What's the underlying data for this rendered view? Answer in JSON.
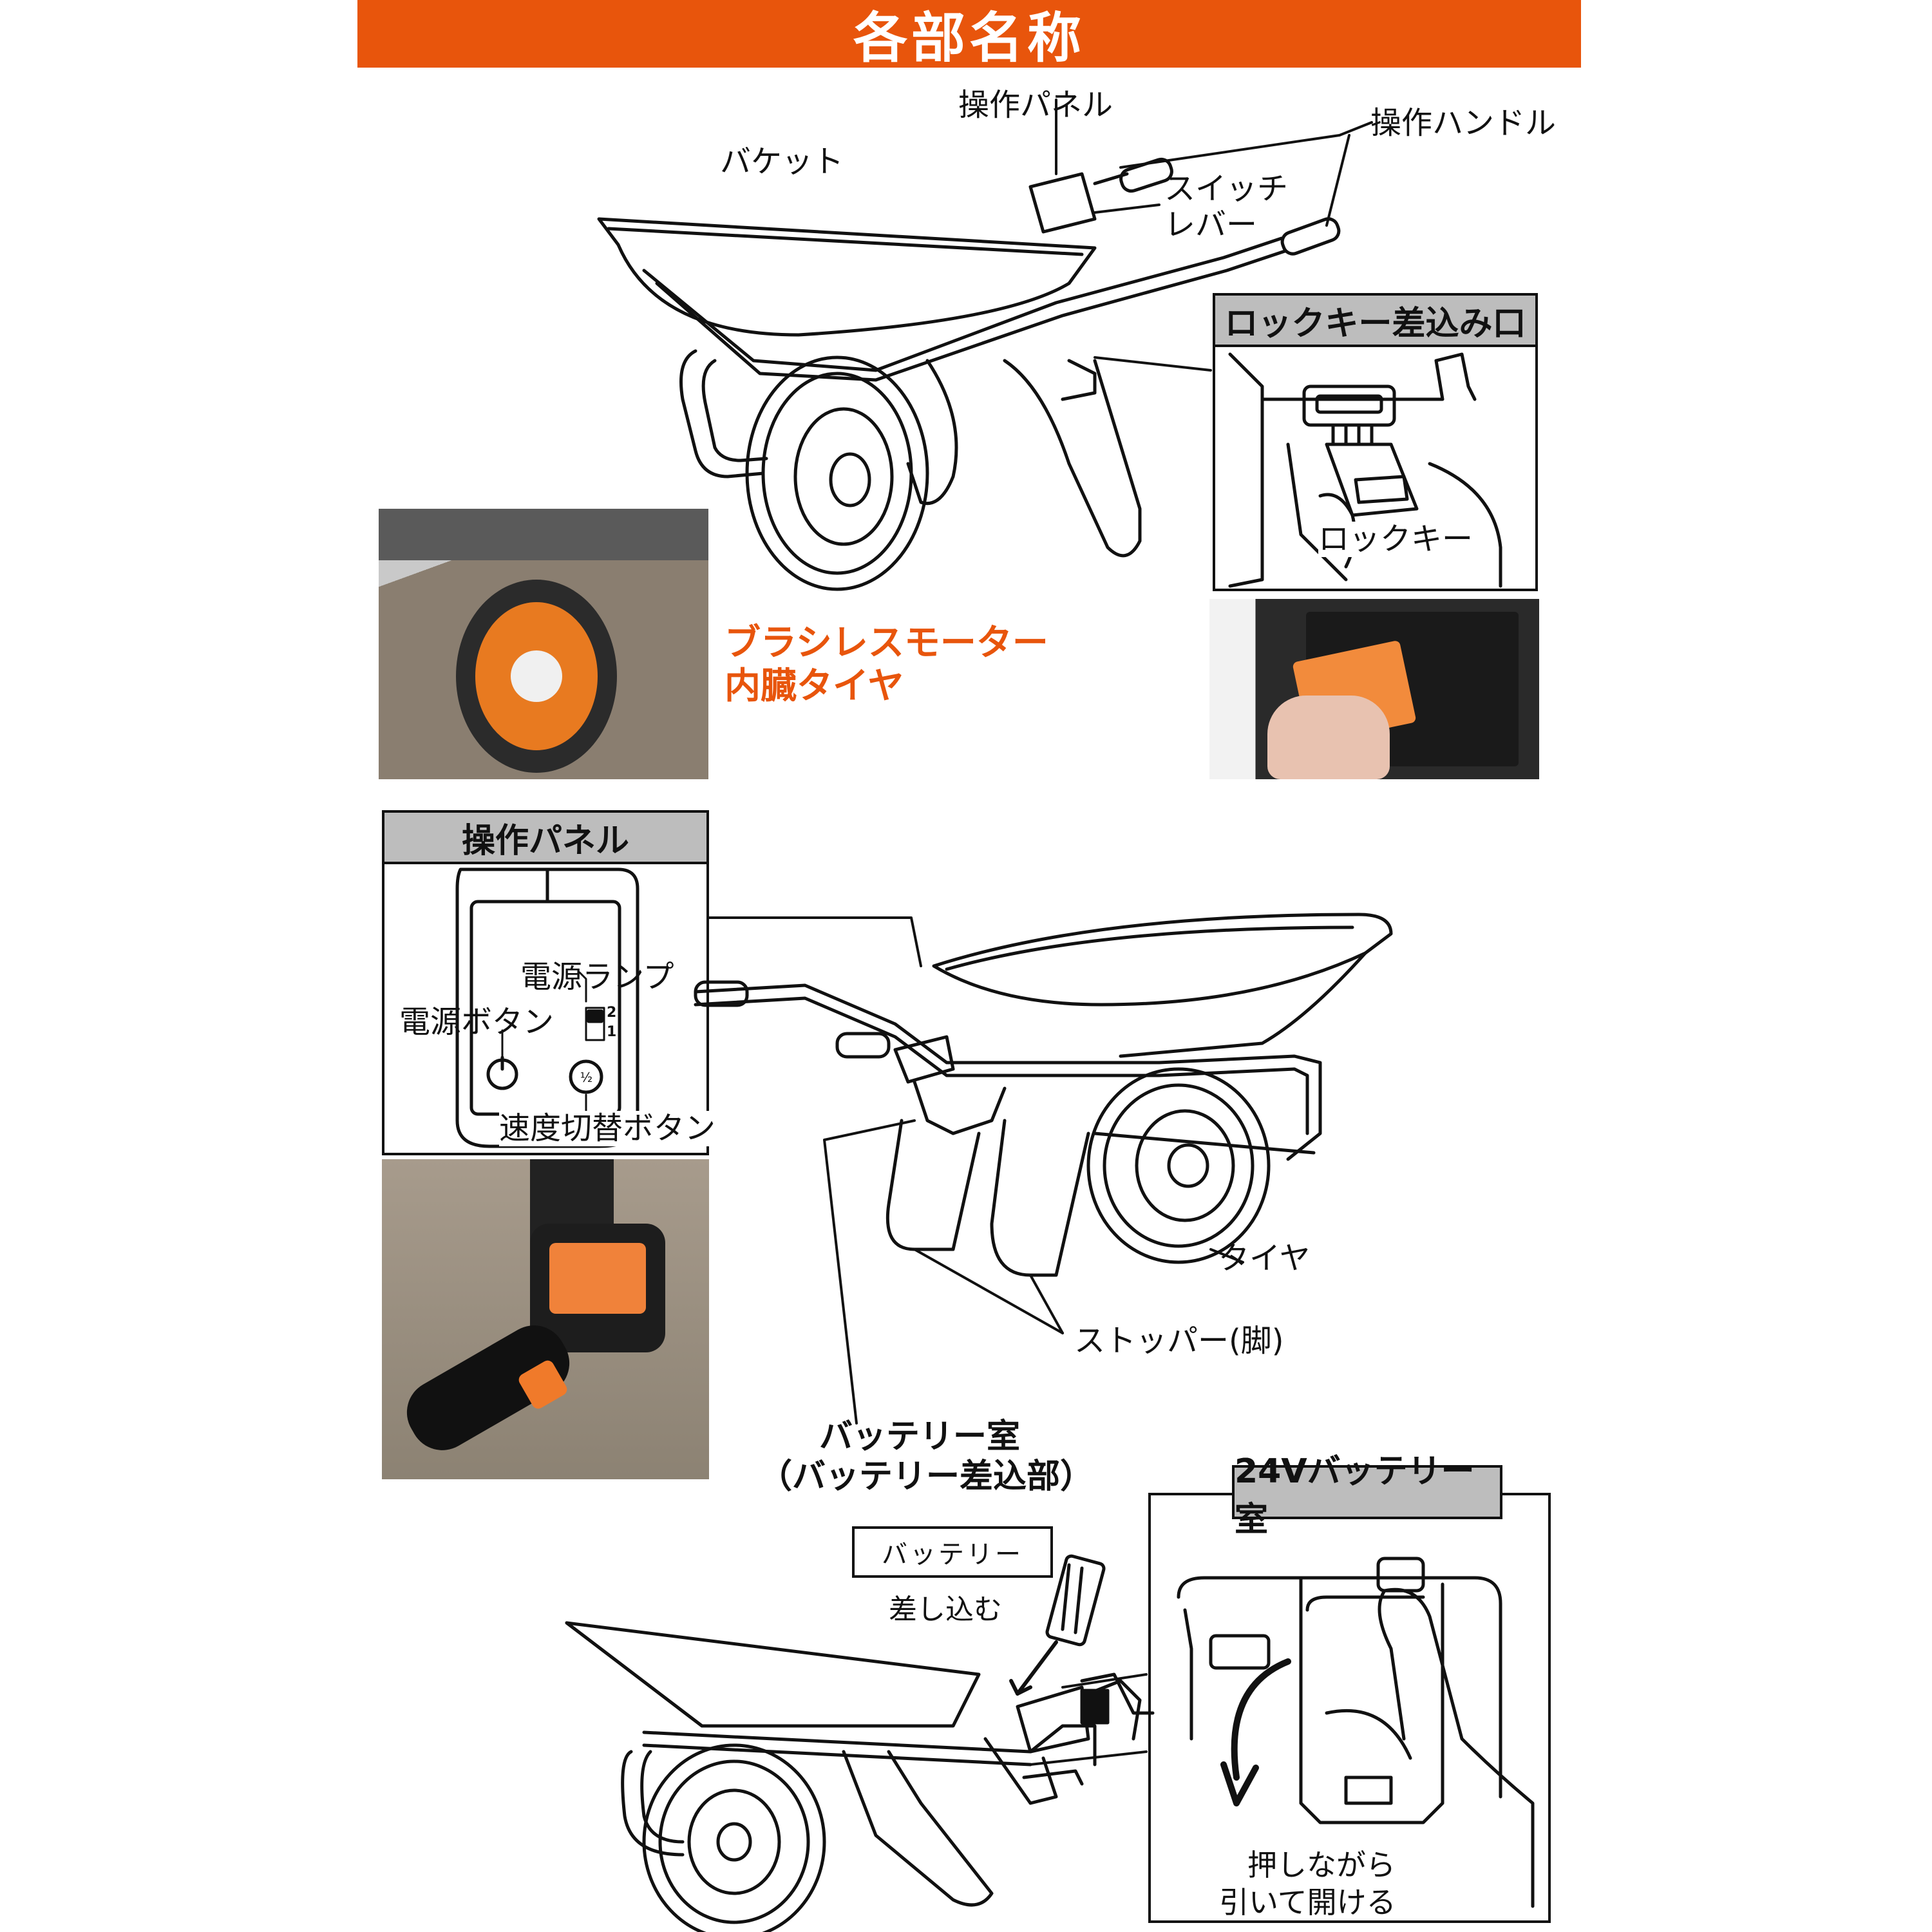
{
  "title": "各部名称",
  "labels": {
    "operation_panel": "操作パネル",
    "operation_handle": "操作ハンドル",
    "bucket": "バケット",
    "switch_lever_1": "スイッチ",
    "switch_lever_2": "レバー",
    "lock_key_slot": "ロックキー差込み口",
    "lock_key": "ロックキー",
    "brushless_1": "ブラシレスモーター",
    "brushless_2": "内臓タイヤ",
    "panel_box_title": "操作パネル",
    "power_lamp": "電源ランプ",
    "power_button": "電源ボタン",
    "speed_button": "速度切替ボタン",
    "lamp_2": "2",
    "lamp_1": "1",
    "tire": "タイヤ",
    "stopper": "ストッパー(脚)",
    "battery_room_1": "バッテリー室",
    "battery_room_2": "（バッテリー差込部）",
    "battery_box_title": "24Vバッテリー室",
    "battery": "バッテリー",
    "insert": "差し込む",
    "push_open_1": "押しながら",
    "push_open_2": "引いて開ける"
  },
  "colors": {
    "accent": "#e8550c",
    "header_gray": "#bdbdbd"
  }
}
